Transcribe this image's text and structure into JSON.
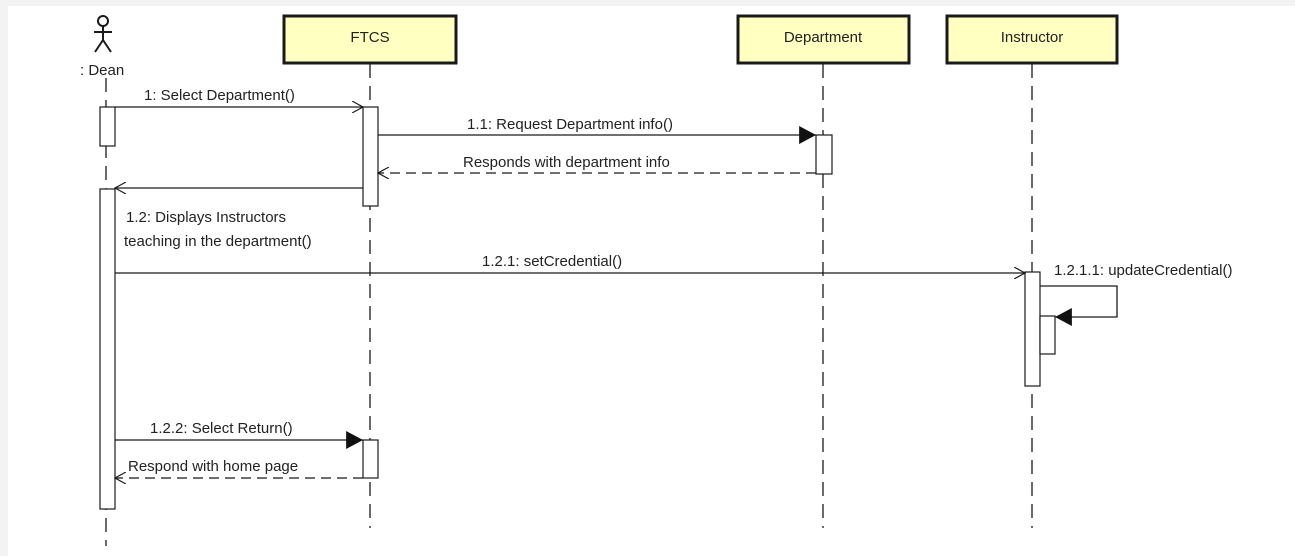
{
  "colors": {
    "lifeline_header_fill": "#FFFFC2",
    "stroke": "#1a1a1a",
    "background": "#ffffff"
  },
  "actor": {
    "name": ": Dean",
    "icon": "stick-figure-actor-icon"
  },
  "lifelines": [
    {
      "id": "ftcs",
      "name": "FTCS"
    },
    {
      "id": "department",
      "name": "Department"
    },
    {
      "id": "instructor",
      "name": "Instructor"
    }
  ],
  "messages": [
    {
      "id": "m1",
      "label": "1: Select Department()",
      "kind": "sync"
    },
    {
      "id": "m11",
      "label": "1.1: Request Department info()",
      "kind": "sync"
    },
    {
      "id": "m11r",
      "label": "Responds with department info",
      "kind": "return"
    },
    {
      "id": "m12",
      "label": "1.2: Displays Instructors teaching in the department()",
      "line1": "1.2: Displays Instructors",
      "line2": "teaching in the department()",
      "kind": "sync"
    },
    {
      "id": "m121",
      "label": "1.2.1: setCredential()",
      "kind": "sync"
    },
    {
      "id": "m1211",
      "label": "1.2.1.1: updateCredential()",
      "kind": "self"
    },
    {
      "id": "m122",
      "label": "1.2.2: Select Return()",
      "kind": "sync"
    },
    {
      "id": "m122r",
      "label": "Respond with home page",
      "kind": "return"
    }
  ]
}
